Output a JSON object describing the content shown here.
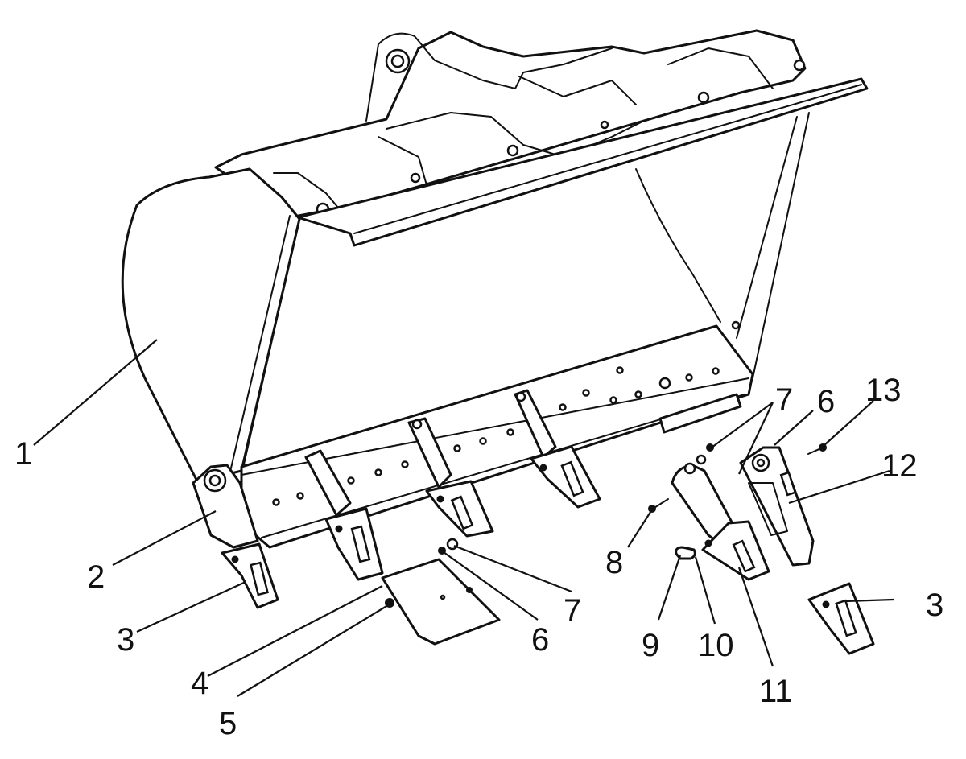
{
  "callouts": {
    "c1": "1",
    "c2": "2",
    "c3": "3",
    "c3_left": "3",
    "c4": "4",
    "c5": "5",
    "c6_left": "6",
    "c6_right": "6",
    "c7_left": "7",
    "c7_right": "7",
    "c8": "8",
    "c9": "9",
    "c10": "10",
    "c11": "11",
    "c12": "12",
    "c13": "13"
  }
}
